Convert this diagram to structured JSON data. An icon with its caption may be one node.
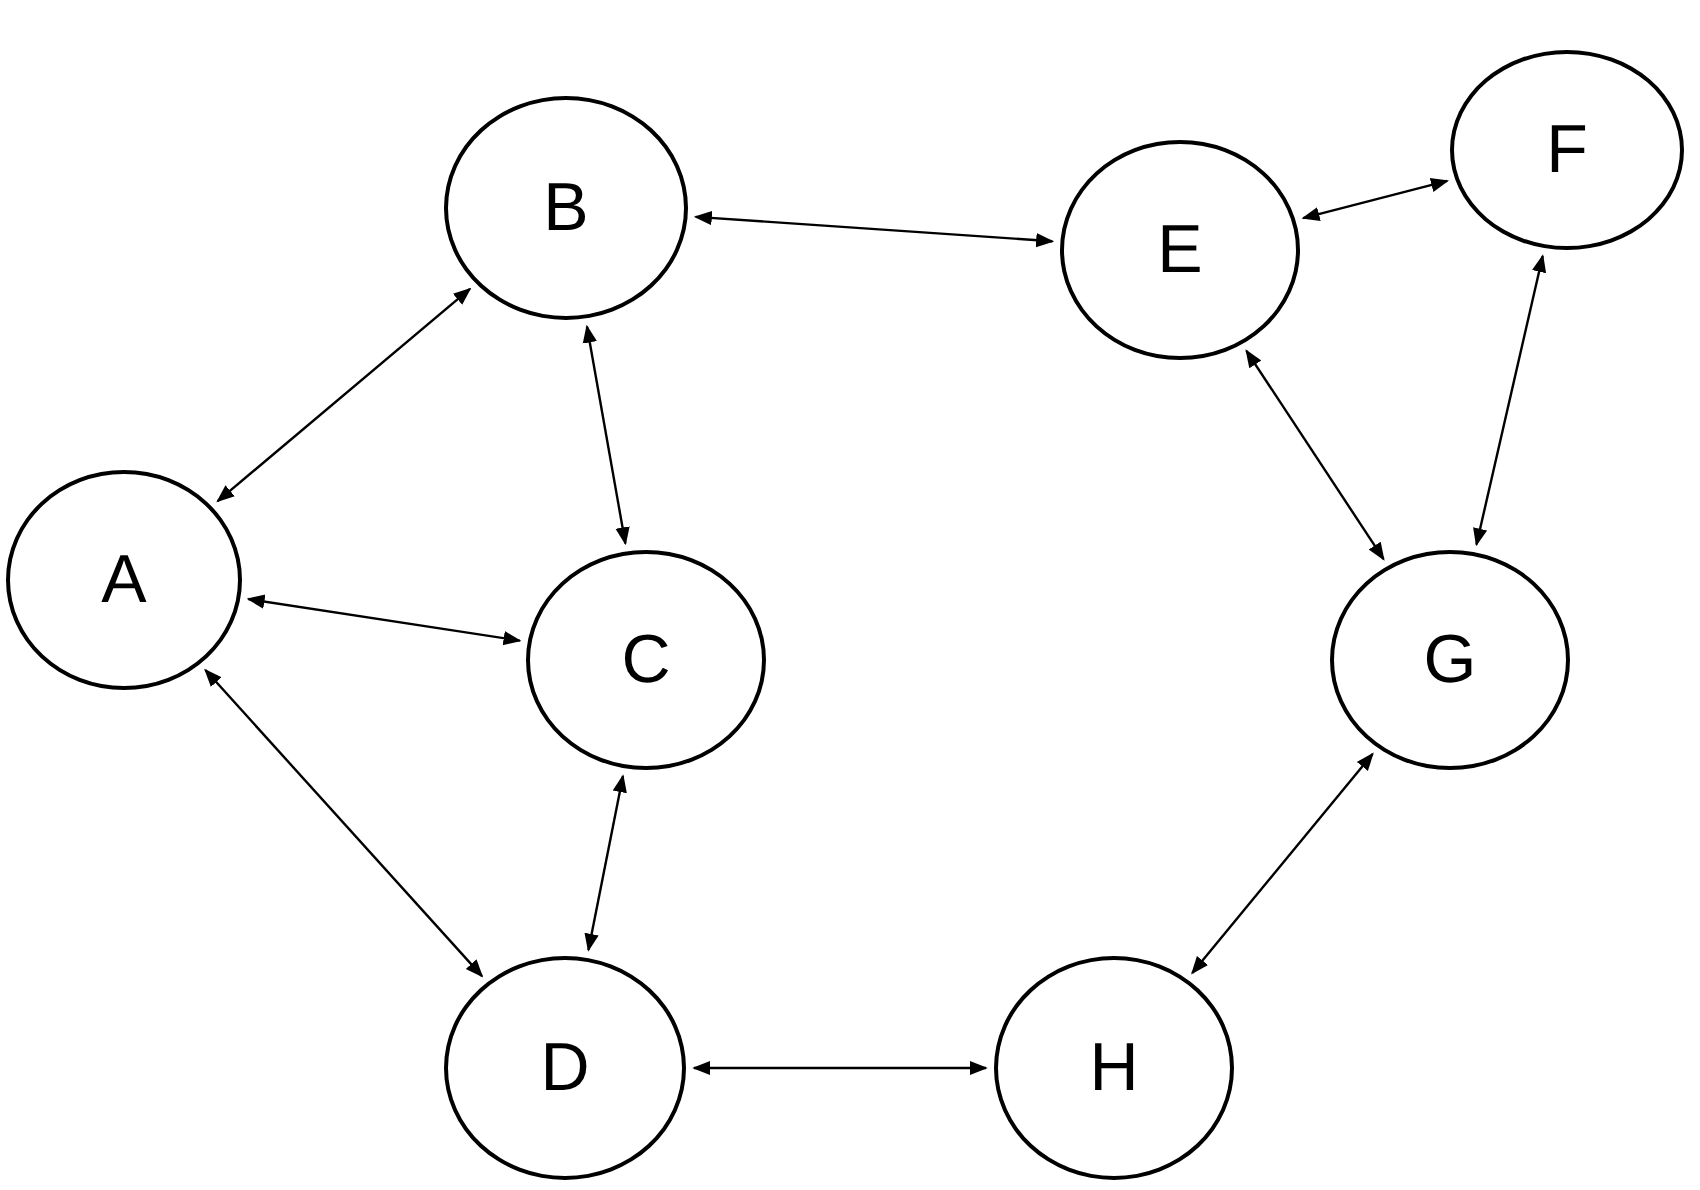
{
  "diagram": {
    "nodes": [
      {
        "text": [
          "A"
        ]
      },
      {
        "text": [
          "B"
        ]
      },
      {
        "text": [
          "C"
        ]
      },
      {
        "text": [
          "D"
        ]
      },
      {
        "text": [
          "E"
        ]
      },
      {
        "text": [
          "F"
        ]
      },
      {
        "text": [
          "G"
        ]
      },
      {
        "text": [
          "H"
        ]
      }
    ],
    "edges": [
      {
        "from": 0,
        "to": 1,
        "arrow": "both"
      },
      {
        "from": 1,
        "to": 2,
        "arrow": "both"
      },
      {
        "from": 0,
        "to": 2,
        "arrow": "both"
      },
      {
        "from": 0,
        "to": 3,
        "arrow": "both"
      },
      {
        "from": 2,
        "to": 3,
        "arrow": "both"
      },
      {
        "from": 1,
        "to": 4,
        "arrow": "both"
      },
      {
        "from": 4,
        "to": 5,
        "arrow": "both"
      },
      {
        "from": 4,
        "to": 6,
        "arrow": "both"
      },
      {
        "from": 5,
        "to": 6,
        "arrow": "both"
      },
      {
        "from": 6,
        "to": 7,
        "arrow": "both"
      },
      {
        "from": 3,
        "to": 7,
        "arrow": "both"
      }
    ]
  }
}
